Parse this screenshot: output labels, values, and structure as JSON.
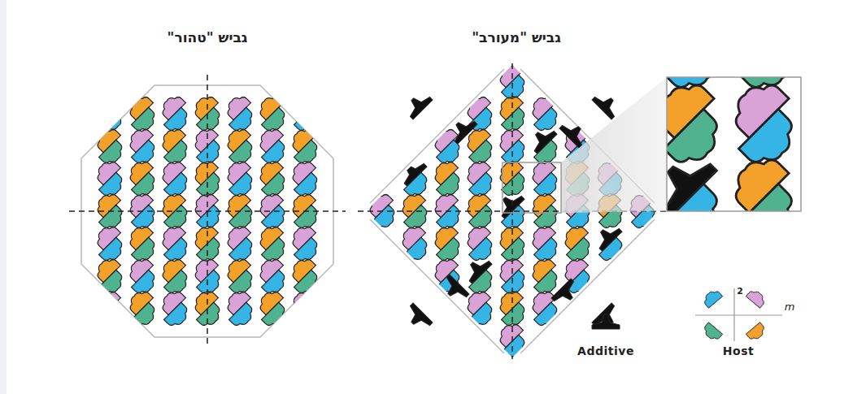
{
  "diagram": {
    "labels": [
      "גביש \"טהור\"",
      "גביש \"מעורב\"",
      "2",
      "m"
    ],
    "legend": [
      {
        "text": "Additive"
      },
      {
        "text": "Host"
      }
    ]
  }
}
